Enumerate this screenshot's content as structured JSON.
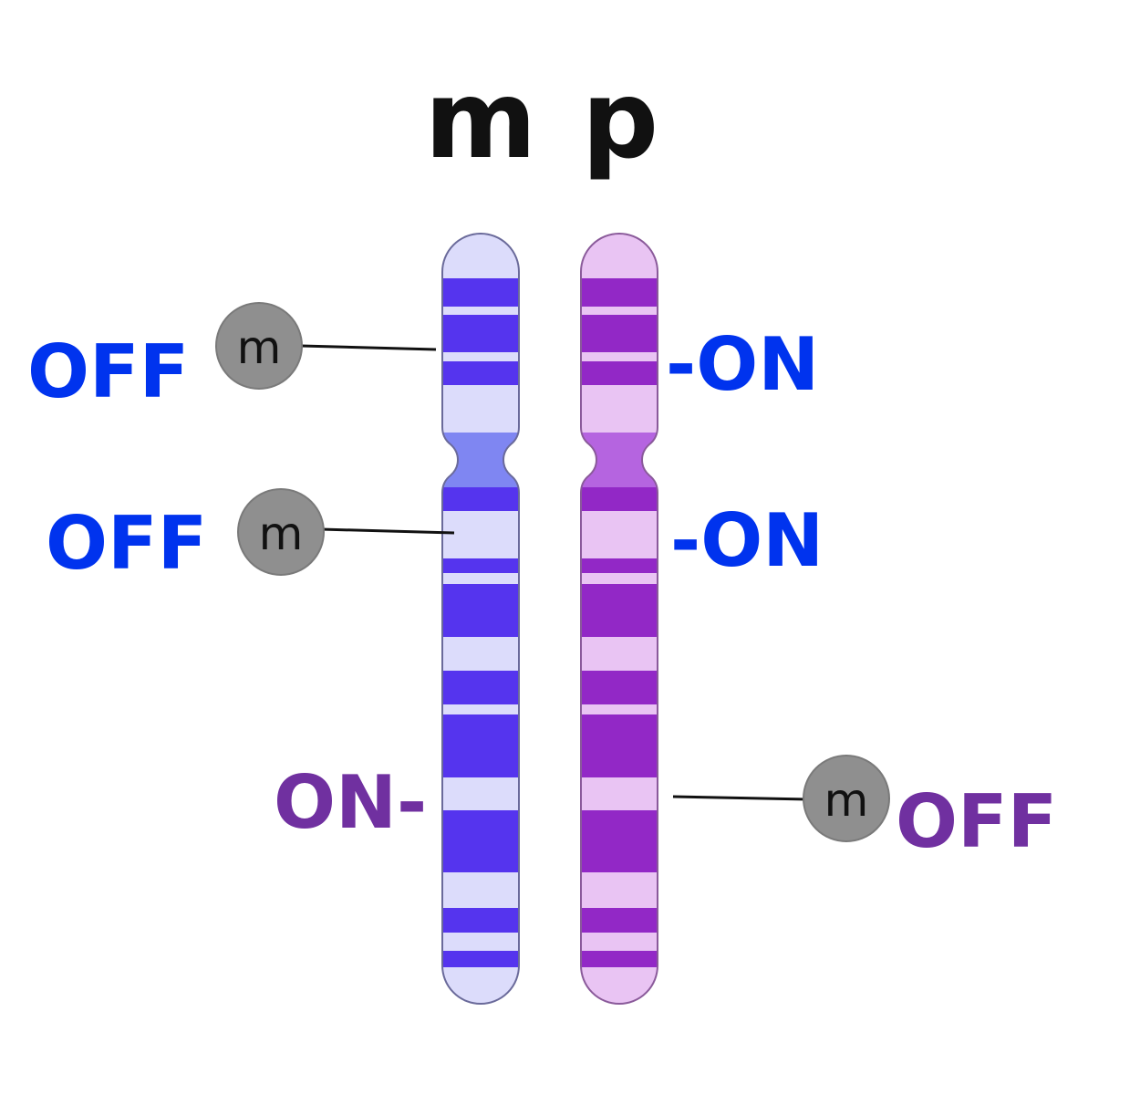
{
  "headers": {
    "maternal": "m",
    "paternal": "p"
  },
  "methyl_mark": "m",
  "labels": {
    "left_top": "OFF",
    "left_middle": "OFF",
    "left_bottom": "ON-",
    "right_top": "-ON",
    "right_middle": "-ON",
    "right_bottom": "OFF"
  },
  "colors": {
    "maternal_band": "#5534ee",
    "maternal_light": "#dcdcfb",
    "maternal_centromere": "#7f86f2",
    "paternal_band": "#9228c6",
    "paternal_light": "#e9c4f3",
    "paternal_centromere": "#b564e0",
    "off_label_blue": "#0033ee",
    "purple_label": "#7030a0",
    "methyl_circle": "#8f8f8f"
  }
}
